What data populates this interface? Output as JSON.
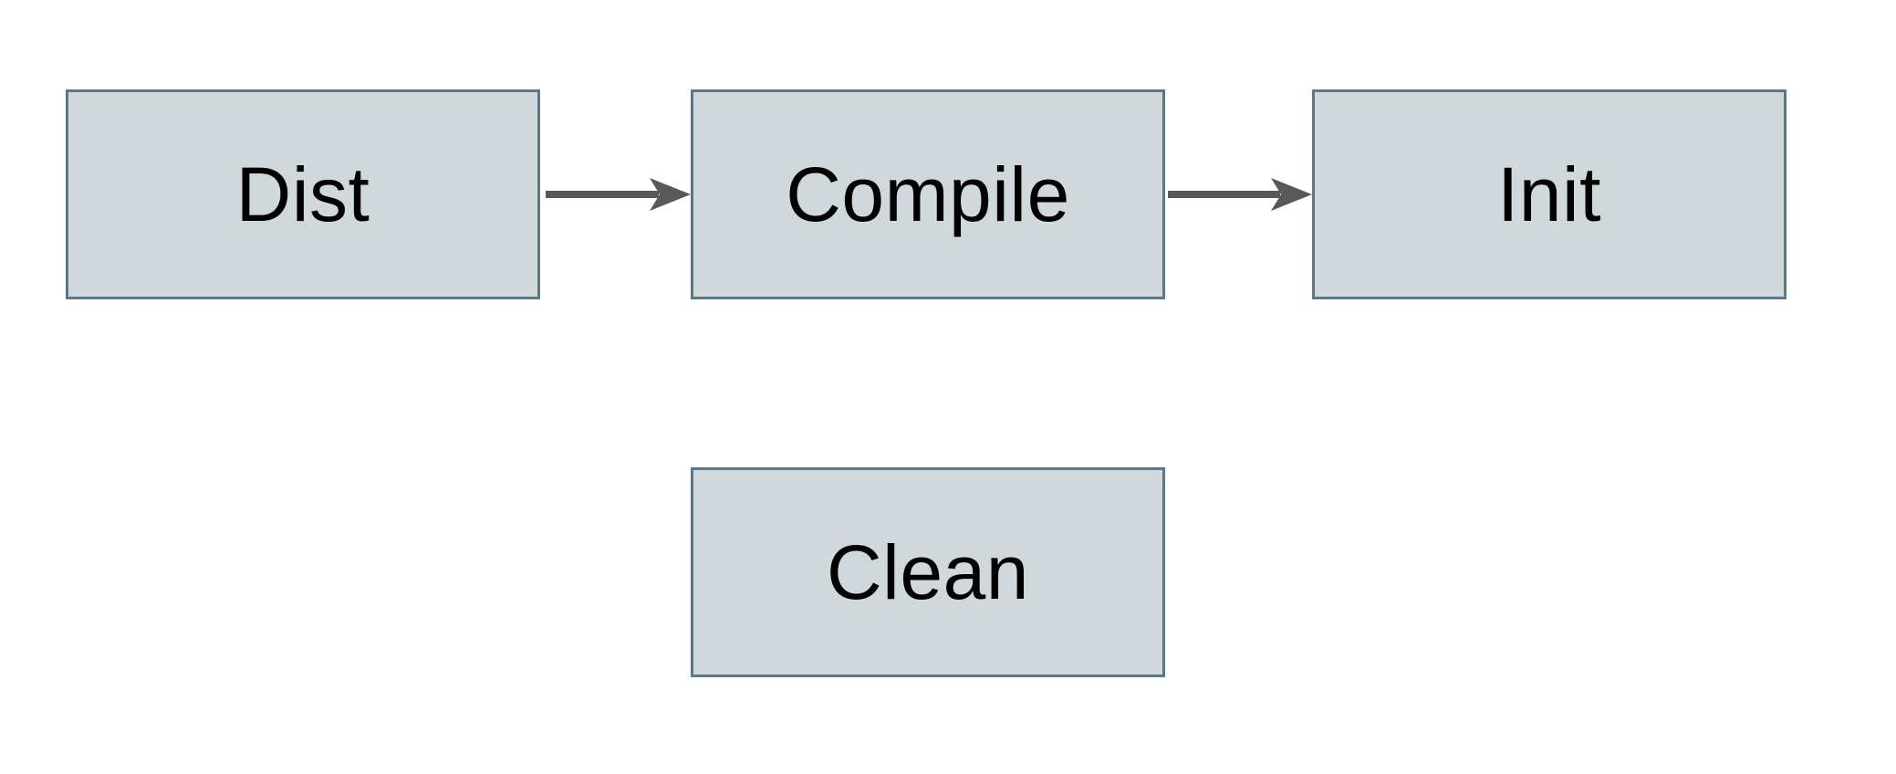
{
  "diagram": {
    "type": "flowchart",
    "background_color": "#ffffff",
    "node_fill_color": "#d1d8db",
    "node_border_color": "#5b7886",
    "node_text_color": "#000000",
    "arrow_color": "#595959",
    "nodes": [
      {
        "id": "dist",
        "label": "Dist",
        "row": "top",
        "order": 1
      },
      {
        "id": "compile",
        "label": "Compile",
        "row": "top",
        "order": 2
      },
      {
        "id": "init",
        "label": "Init",
        "row": "top",
        "order": 3
      },
      {
        "id": "clean",
        "label": "Clean",
        "row": "bottom",
        "order": 1
      }
    ],
    "edges": [
      {
        "from": "dist",
        "to": "compile",
        "style": "arrow-right"
      },
      {
        "from": "compile",
        "to": "init",
        "style": "arrow-right"
      }
    ]
  }
}
